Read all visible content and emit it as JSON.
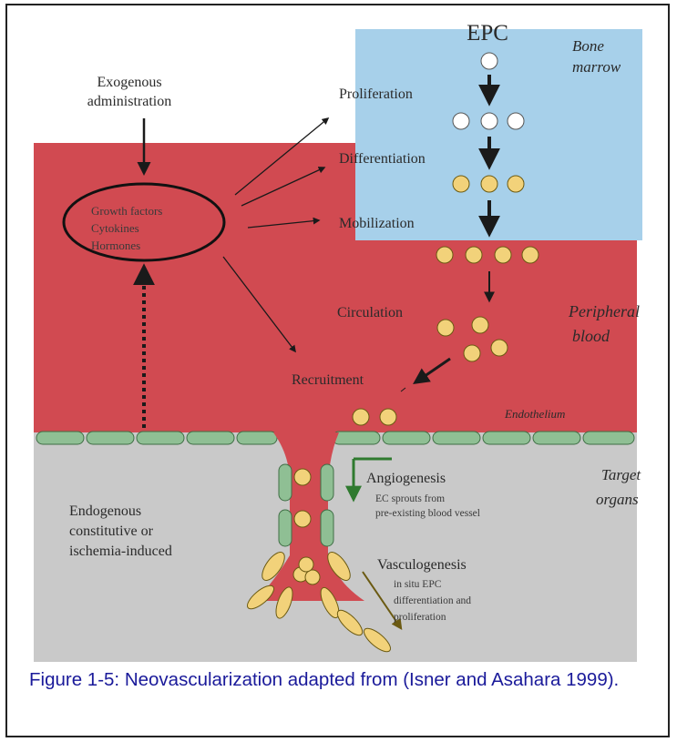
{
  "diagram": {
    "title": "EPC",
    "regions": {
      "bone_marrow": [
        "Bone",
        "marrow"
      ],
      "peripheral_blood": [
        "Peripheral",
        "blood"
      ],
      "endothelium": "Endothelium",
      "target_organs": [
        "Target",
        "organs"
      ]
    },
    "sources": {
      "exogenous": [
        "Exogenous",
        "administration"
      ],
      "endogenous": [
        "Endogenous",
        "constitutive or",
        "ischemia-induced"
      ]
    },
    "factors": [
      "Growth factors",
      "Cytokines",
      "Hormones"
    ],
    "steps": {
      "proliferation": "Proliferation",
      "differentiation": "Differentiation",
      "mobilization": "Mobilization",
      "circulation": "Circulation",
      "recruitment": "Recruitment"
    },
    "outcomes": {
      "angiogenesis": "Angiogenesis",
      "angiogenesis_desc": [
        "EC sprouts from",
        "pre-existing blood vessel"
      ],
      "vasculogenesis": "Vasculogenesis",
      "vasculogenesis_desc": [
        "in situ EPC",
        "differentiation and",
        "proliferation"
      ]
    },
    "colors": {
      "marrow": "#a7d0ea",
      "blood": "#d14a51",
      "tissue": "#c9c9c9",
      "endothelial_cell": "#8fbf94",
      "epc_mature": "#f2d27a",
      "caption": "#1a1a9a"
    }
  },
  "caption": "Figure 1-5: Neovascularization adapted from (Isner and Asahara 1999)."
}
